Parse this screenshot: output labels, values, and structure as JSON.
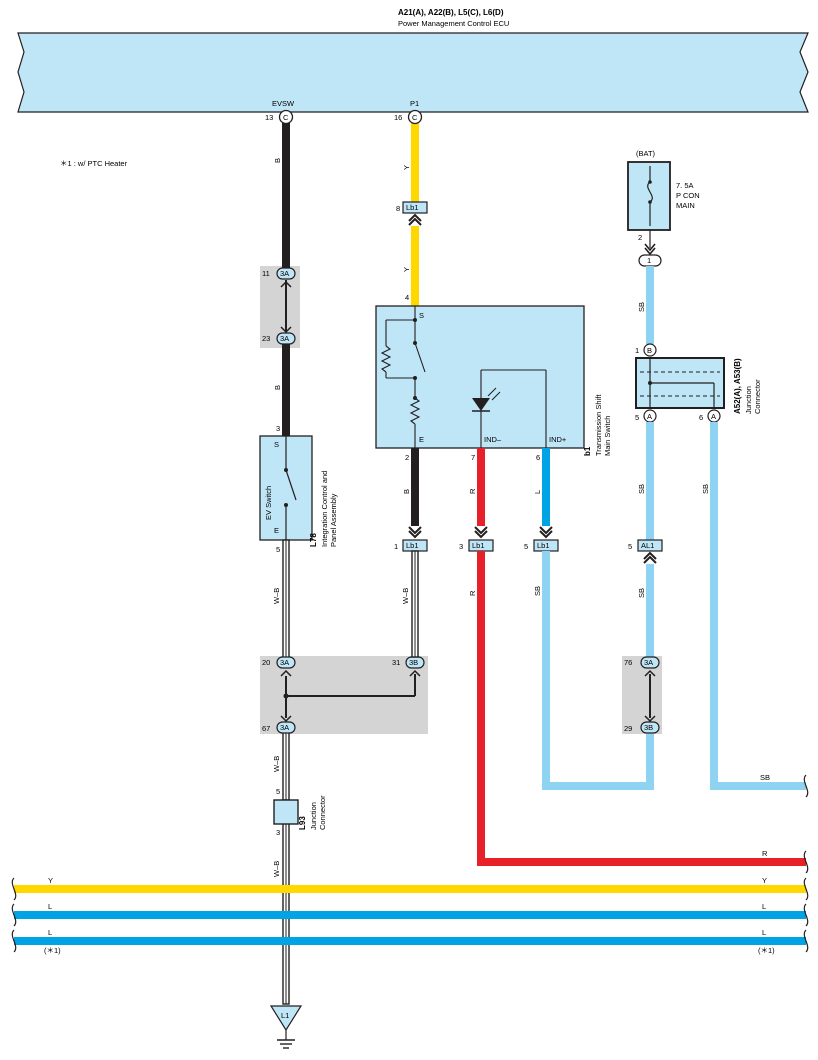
{
  "ecu": {
    "connectors": "A21(A), A22(B), L5(C), L6(D)",
    "name": "Power Management Control ECU",
    "pin_evsw_label": "EVSW",
    "pin_evsw_num": "13",
    "pin_evsw_conn": "C",
    "pin_p1_label": "P1",
    "pin_p1_num": "16",
    "pin_p1_conn": "C"
  },
  "note": "＊1 : w/ PTC Heater",
  "wire_colors": {
    "B": "#231f20",
    "Y": "#ffd800",
    "R": "#e8202a",
    "L": "#00a4e4",
    "SB": "#8fd3f2",
    "WB": "#231f20"
  },
  "fuse": {
    "bat": "(BAT)",
    "rating": "7. 5A",
    "name1": "P CON",
    "name2": "MAIN",
    "pin2": "2",
    "pin1": "1"
  },
  "evsw_path": {
    "wire_b1": "B",
    "j1_top_num": "11",
    "j1_top_conn": "3A",
    "j1_bot_num": "23",
    "j1_bot_conn": "3A",
    "wire_b2": "B",
    "pin3": "3",
    "sw_s": "S",
    "sw_e": "E",
    "sw_name": "EV Switch",
    "pin5": "5",
    "wire_wb1": "W–B"
  },
  "l78": {
    "code": "L78",
    "name1": "Integration Control and",
    "name2": "Panel Assembly"
  },
  "p1_path": {
    "wire_y1": "Y",
    "lb1_pin8": "8",
    "lb1_conn": "Lb1",
    "wire_y2": "Y",
    "pin4": "4"
  },
  "b1": {
    "code": "b1",
    "name1": "Transmission Shift",
    "name2": "Main Switch",
    "s": "S",
    "e": "E",
    "ind_minus": "IND–",
    "ind_plus": "IND+",
    "pin2": "2",
    "pin7": "7",
    "pin6": "6",
    "wire_b": "B",
    "wire_r": "R",
    "wire_l": "L",
    "lb1_1": "1",
    "lb1_3": "3",
    "lb1_5": "5",
    "wire_wb": "W–B",
    "wire_r2": "R",
    "wire_sb": "SB"
  },
  "j2": {
    "n20": "20",
    "c20": "3A",
    "n31": "31",
    "c31": "3B",
    "n67": "67",
    "c67": "3A"
  },
  "wire_wb2": "W–B",
  "l93": {
    "pin5": "5",
    "pin3": "3",
    "code": "L93",
    "name1": "Junction",
    "name2": "Connector"
  },
  "wire_wb3": "W–B",
  "ground": {
    "code": "L1"
  },
  "jc": {
    "pin1": "1",
    "conn_b": "B",
    "pin5": "5",
    "conn_a5": "A",
    "pin6": "6",
    "conn_a6": "A",
    "code": "A52(A), A53(B)",
    "name1": "Junction",
    "name2": "Connector",
    "wire_sb_top": "SB",
    "wire_sb_l": "SB",
    "wire_sb_r": "SB"
  },
  "al1": {
    "pin": "5",
    "conn": "AL1",
    "wire_sb": "SB"
  },
  "j3": {
    "n76": "76",
    "c76": "3A",
    "n29": "29",
    "c29": "3B"
  },
  "bus": {
    "sb_right": "SB",
    "r_right": "R",
    "y_left": "Y",
    "y_right": "Y",
    "l1_left": "L",
    "l1_right": "L",
    "l2_left": "L",
    "l2_right": "L",
    "note_left": "(＊1)",
    "note_right": "(＊1)"
  }
}
